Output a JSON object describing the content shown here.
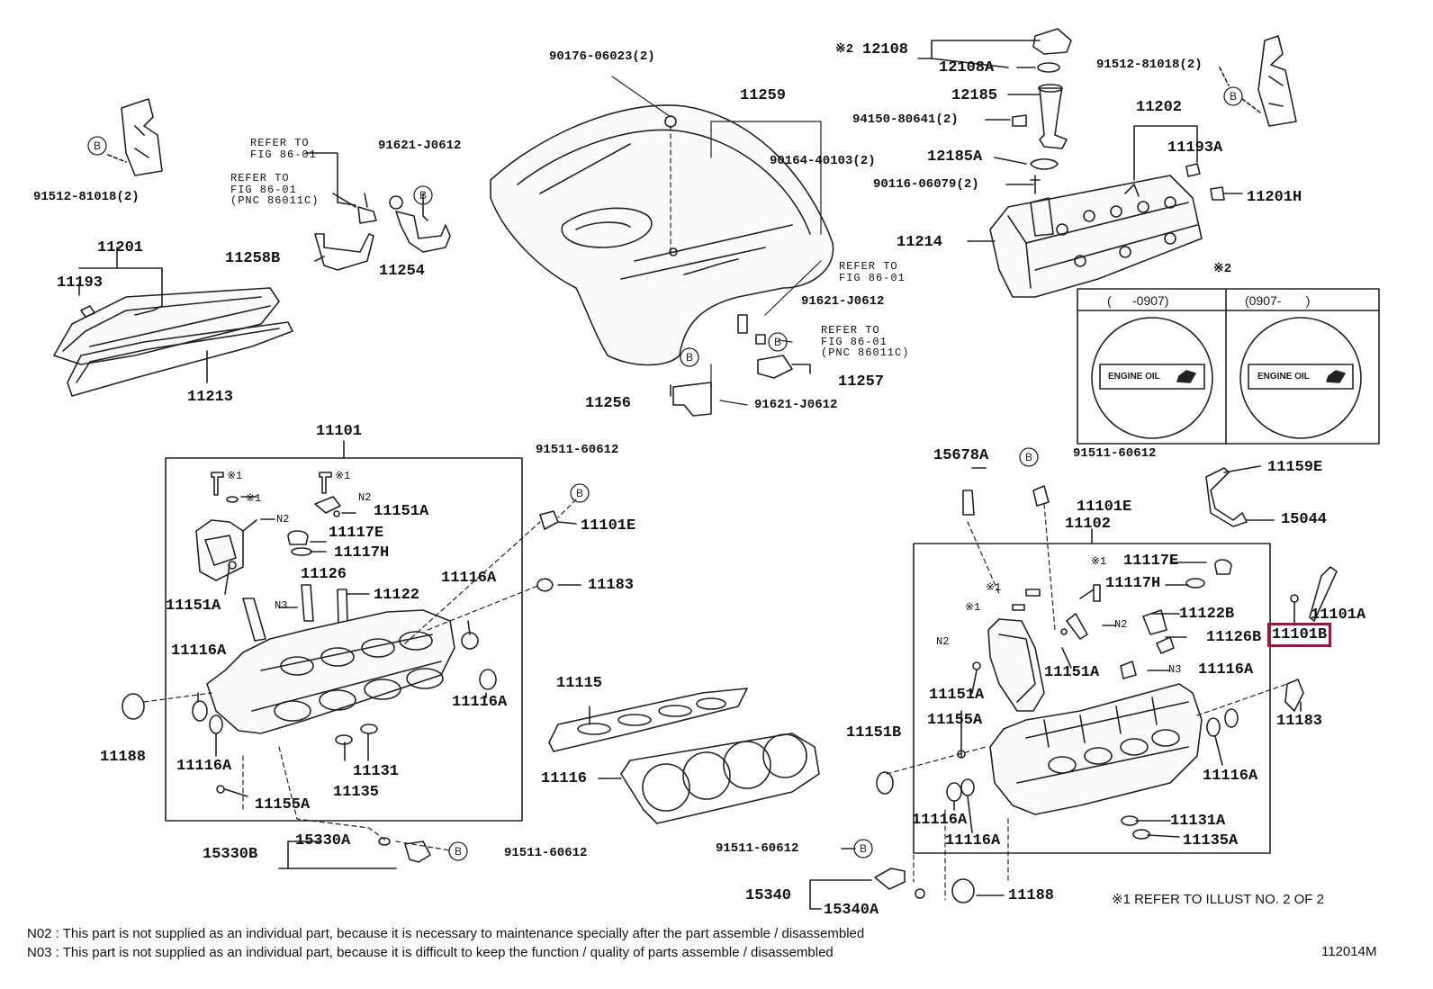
{
  "parts": {
    "p90176": "90176-06023(2)",
    "p11259": "11259",
    "p90164": "90164-40103(2)",
    "p12108note": "※2",
    "p12108": "12108",
    "p12108A": "12108A",
    "p12185": "12185",
    "p94150": "94150-80641(2)",
    "p12185A": "12185A",
    "p90116": "90116-06079(2)",
    "p91512r": "91512-81018(2)",
    "p11202": "11202",
    "p11193A": "11193A",
    "p11201H": "11201H",
    "p11214": "11214",
    "p91512l": "91512-81018(2)",
    "ref1": "REFER TO\nFIG 86-01",
    "ref2": "REFER TO\nFIG 86-01\n(PNC 86011C)",
    "p91621a": "91621-J0612",
    "p11258B": "11258B",
    "p11254": "11254",
    "p11201": "11201",
    "p11193": "11193",
    "p11213": "11213",
    "ref3": "REFER TO\nFIG 86-01",
    "p91621b": "91621-J0612",
    "ref4": "REFER TO\nFIG 86-01\n(PNC 86011C)",
    "p11257": "11257",
    "p11256": "11256",
    "p91621c": "91621-J0612",
    "p11101": "11101",
    "p91511a": "91511-60612",
    "p11101E_l": "11101E",
    "p11151A_l1": "11151A",
    "p11117E_l": "11117E",
    "p11117H_l": "11117H",
    "p11126_l": "11126",
    "p11122_l": "11122",
    "p11151A_l2": "11151A",
    "p11116A_l1": "11116A",
    "p11183_l": "11183",
    "p11116A_l2": "11116A",
    "p11116A_l3": "11116A",
    "p11116A_l4": "11116A",
    "p11188_l": "11188",
    "p11131_l": "11131",
    "p11135_l": "11135",
    "p11155A_l": "11155A",
    "p15330A": "15330A",
    "p15330B": "15330B",
    "p91511b": "91511-60612",
    "p11115": "11115",
    "p11116": "11116",
    "p15678A": "15678A",
    "p91511c": "91511-60612",
    "p11101E_r": "11101E",
    "p11102": "11102",
    "p11159E": "11159E",
    "p15044": "15044",
    "p11117E_r": "11117E",
    "p11117H_r": "11117H",
    "p11122B": "11122B",
    "p11126B": "11126B",
    "p11101A": "11101A",
    "p11101B": "11101B",
    "p11151A_r1": "11151A",
    "p11151A_r2": "11151A",
    "p11155A_r": "11155A",
    "p11116A_r1": "11116A",
    "p11183_r": "11183",
    "p11151B": "11151B",
    "p11116A_r2": "11116A",
    "p11116A_r3": "11116A",
    "p11116A_r4": "11116A",
    "p11131A": "11131A",
    "p11135A": "11135A",
    "p91511d": "91511-60612",
    "p15340": "15340",
    "p15340A": "15340A",
    "p11188_r": "11188",
    "n2a": "N2",
    "n2b": "N2",
    "n2c": "N2",
    "n2d": "N2",
    "n3a": "N3",
    "n3b": "N3",
    "s1a": "※1",
    "s1b": "※1",
    "s1c": "※1",
    "s1d": "※1",
    "s1e": "※1",
    "s1f": "※1",
    "s2": "※2"
  },
  "inset": {
    "col1": "(      -0907)",
    "col2": "(0907-       )",
    "cap_text": "ENGINE OIL"
  },
  "notes": {
    "refer": "※1  REFER TO ILLUST NO. 2 OF 2",
    "n2": "N02 : This part is not supplied as an individual part, because it is necessary to maintenance specially after the part assemble / disassembled",
    "n3": "N03 : This part is not supplied as an individual part, because it is difficult to keep the function / quality of parts  assemble / disassembled",
    "code": "112014M"
  },
  "highlight_color": "#8e1f3c"
}
